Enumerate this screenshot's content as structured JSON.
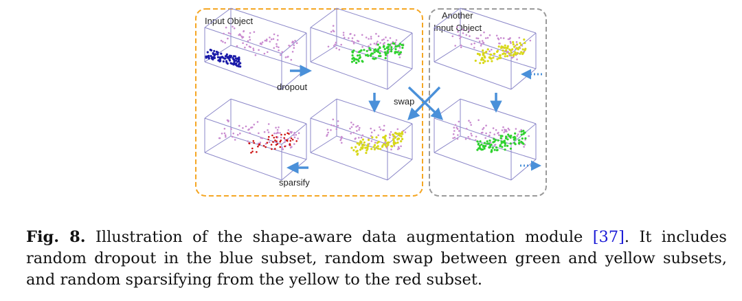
{
  "figure": {
    "left_group": {
      "title": "Input Object",
      "border_color": "#f5a623"
    },
    "right_group": {
      "title_line1": "Another",
      "title_line2": "Input Object",
      "border_color": "#9a9a9a"
    },
    "labels": {
      "dropout": "dropout",
      "swap": "swap",
      "sparsify": "sparsify"
    },
    "colors": {
      "box_edge": "#8a86c8",
      "background_points": "#c98bd0",
      "blue_subset": "#1a1aa8",
      "green_subset": "#2fd12f",
      "yellow_subset": "#d8d81a",
      "red_subset": "#cc1111",
      "arrow": "#4a90d9"
    },
    "panels": [
      {
        "name": "input",
        "subset": "blue"
      },
      {
        "name": "after-dropout",
        "subset": "green"
      },
      {
        "name": "after-sparsify",
        "subset": "red"
      },
      {
        "name": "after-swap",
        "subset": "yellow"
      },
      {
        "name": "another-input",
        "subset": "yellow"
      },
      {
        "name": "another-after-swap",
        "subset": "green"
      }
    ]
  },
  "caption": {
    "label": "Fig. 8.",
    "text_before_ref": " Illustration of the shape-aware data augmentation module ",
    "ref": "[37]",
    "text_after_ref": ". It includes random dropout in the blue subset, random swap between green and yellow subsets, and random sparsifying from the yellow to the red subset."
  }
}
